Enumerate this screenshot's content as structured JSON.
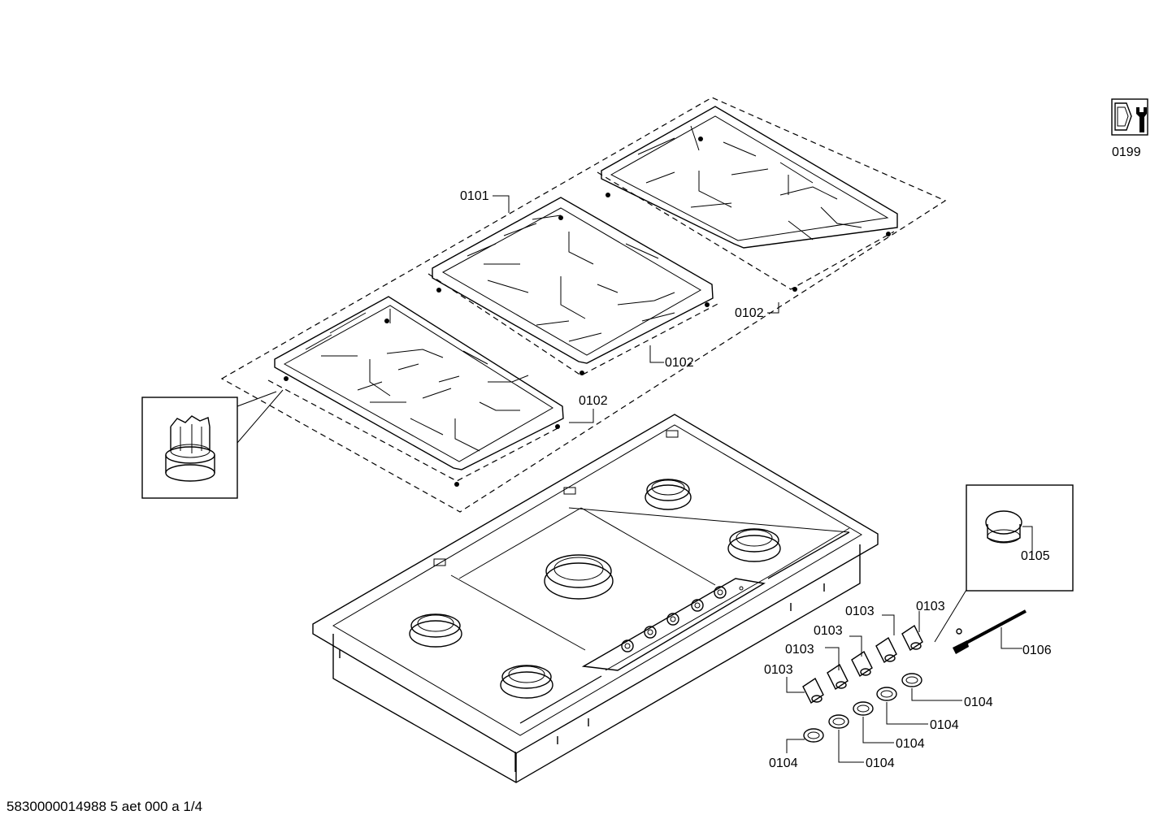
{
  "diagram": {
    "part_labels": {
      "tool_icon": "0199",
      "grate_main": "0101",
      "grate_right": "0102",
      "grate_center": "0102",
      "grate_left": "0102",
      "burner_cap": "0105",
      "ignitor": "0106",
      "knob_1": "0103",
      "knob_2": "0103",
      "knob_3": "0103",
      "knob_4": "0103",
      "knob_5": "0103",
      "ring_1": "0104",
      "ring_2": "0104",
      "ring_3": "0104",
      "ring_4": "0104",
      "ring_5": "0104"
    }
  },
  "footer": {
    "drawing_id": "5830000014988 5 aet 000 a 1/4"
  }
}
